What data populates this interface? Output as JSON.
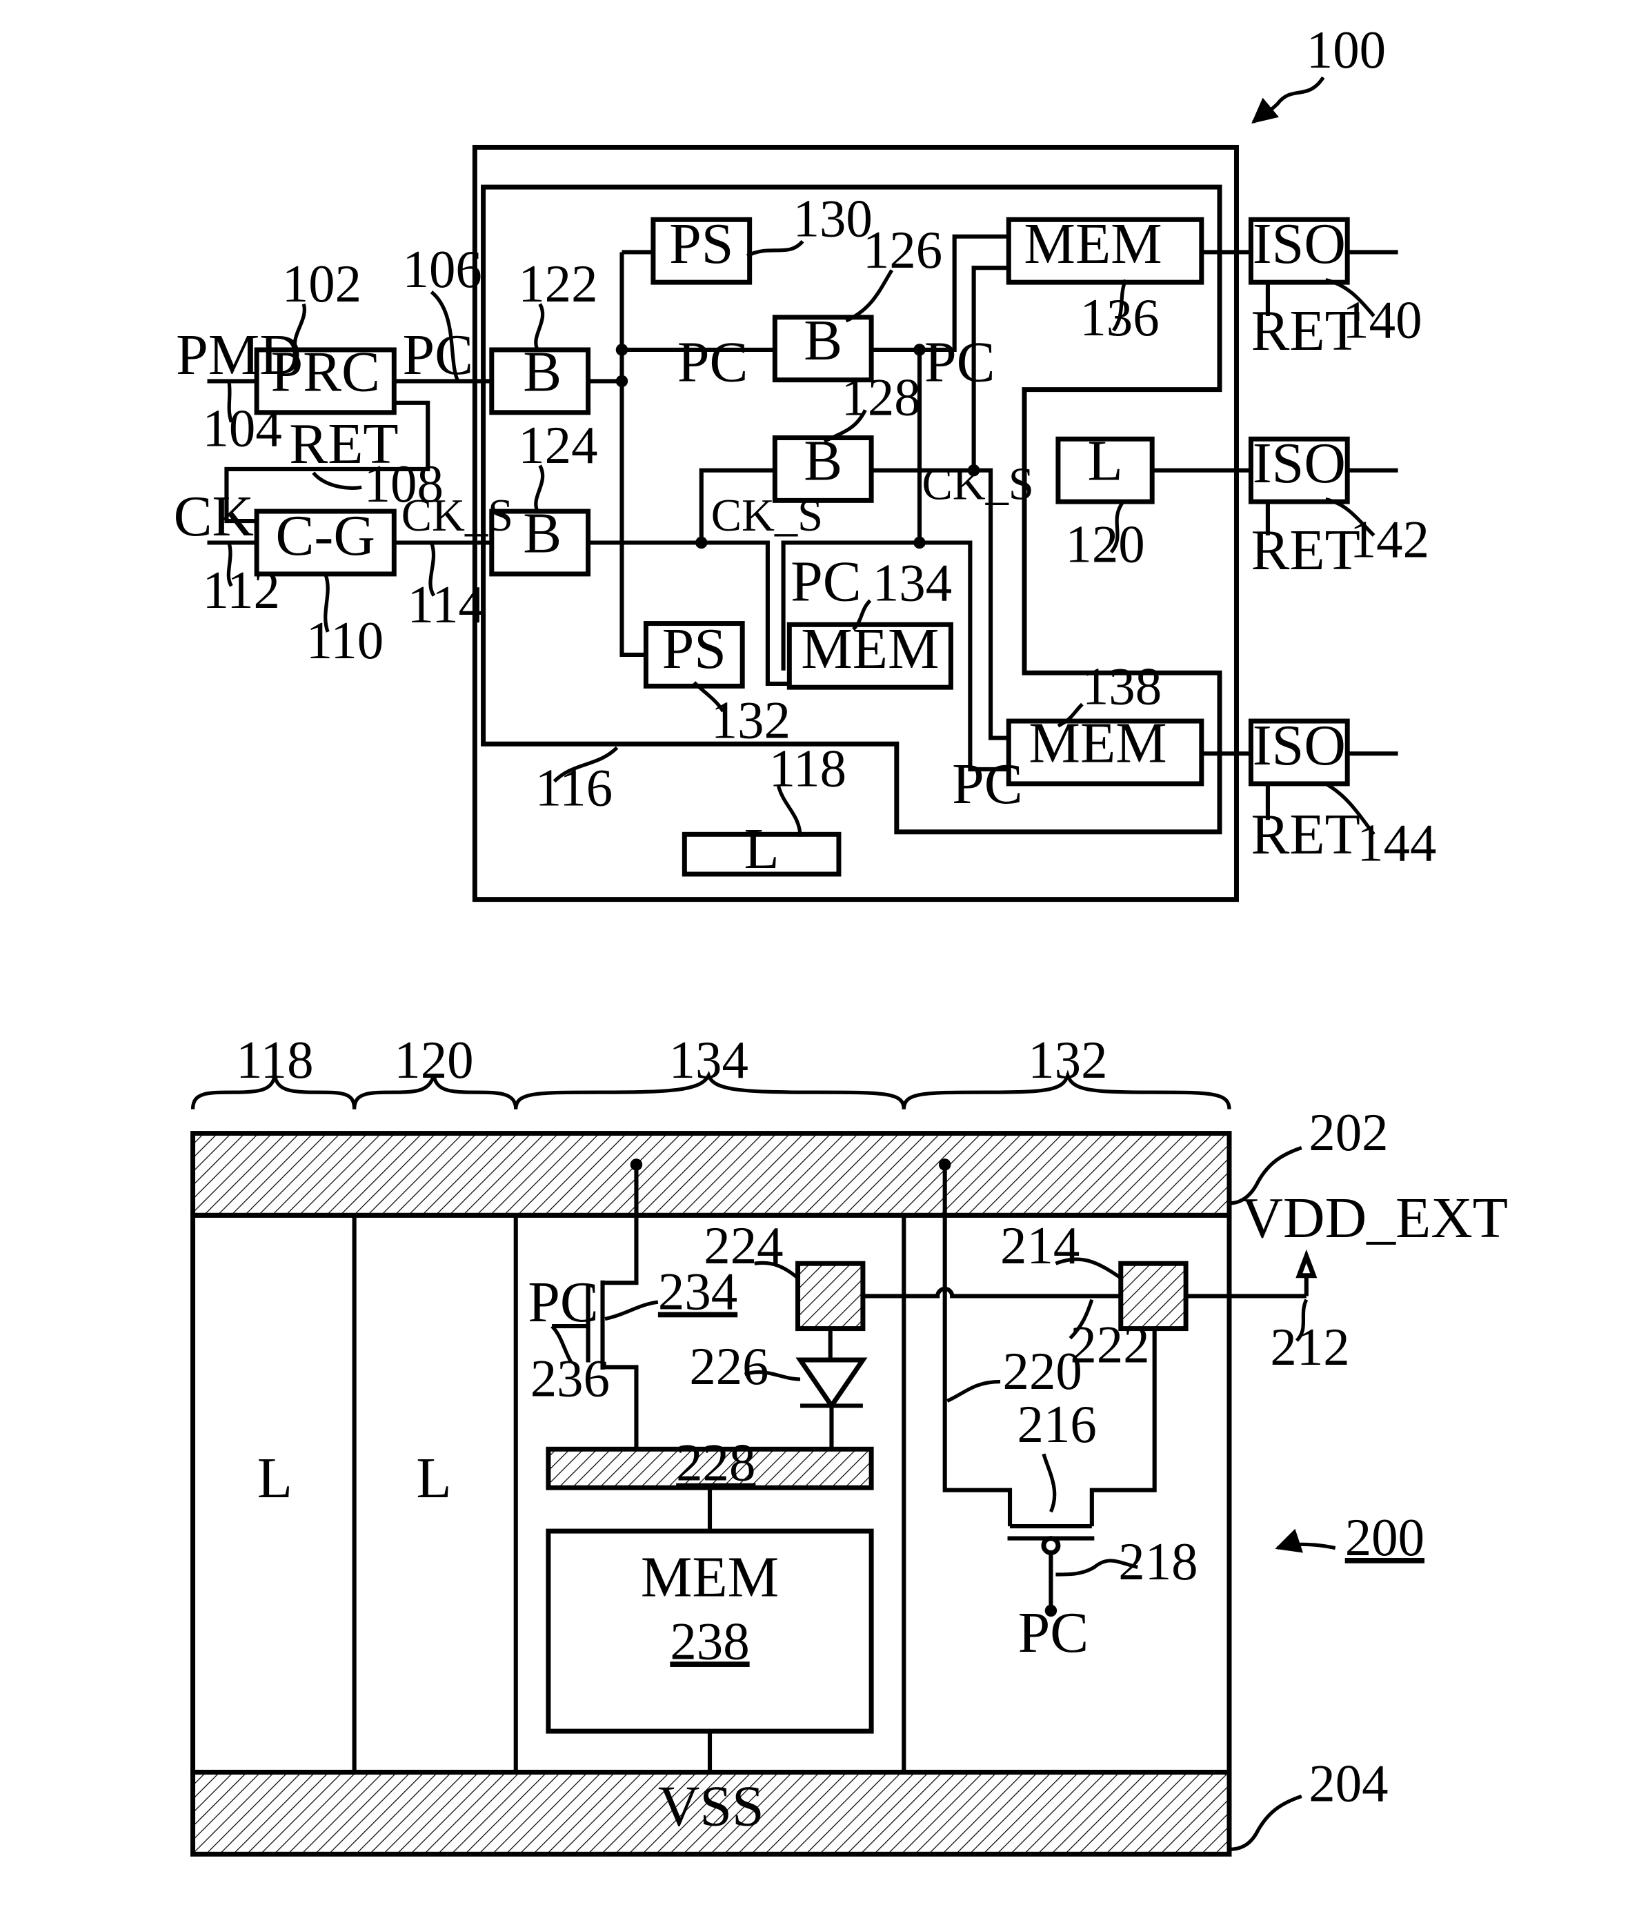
{
  "fig1": {
    "ref_system": "100",
    "blocks": {
      "prc": "PRC",
      "cg": "C-G",
      "b122": "B",
      "b124": "B",
      "b126": "B",
      "b128": "B",
      "ps130": "PS",
      "ps132": "PS",
      "mem134": "MEM",
      "mem136": "MEM",
      "mem138": "MEM",
      "l118": "L",
      "l120": "L",
      "iso140": "ISO",
      "iso142": "ISO",
      "iso144": "ISO"
    },
    "signals": {
      "pmd": "PMD",
      "pc": "PC",
      "ret": "RET",
      "ck": "CK",
      "ck_s": "CK_S"
    },
    "refs": {
      "r102": "102",
      "r104": "104",
      "r106": "106",
      "r108": "108",
      "r110": "110",
      "r112": "112",
      "r114": "114",
      "r116": "116",
      "r118": "118",
      "r120": "120",
      "r122": "122",
      "r124": "124",
      "r126": "126",
      "r128": "128",
      "r130": "130",
      "r132": "132",
      "r134": "134",
      "r136": "136",
      "r138": "138",
      "r140": "140",
      "r142": "142",
      "r144": "144"
    }
  },
  "fig2": {
    "ref_system": "200",
    "column_refs": [
      "118",
      "120",
      "134",
      "132"
    ],
    "cells": {
      "l1": "L",
      "l2": "L",
      "mem": "MEM",
      "mem_ref": "238",
      "rail_ref": "228"
    },
    "rails": {
      "vss": "VSS",
      "top_ref": "202",
      "bottom_ref": "204"
    },
    "supply": {
      "label": "VDD_EXT",
      "ref": "212"
    },
    "signals": {
      "pc": "PC"
    },
    "refs": {
      "r214": "214",
      "r216": "216",
      "r218": "218",
      "r220": "220",
      "r222": "222",
      "r224": "224",
      "r226": "226",
      "r234": "234",
      "r236": "236"
    }
  }
}
